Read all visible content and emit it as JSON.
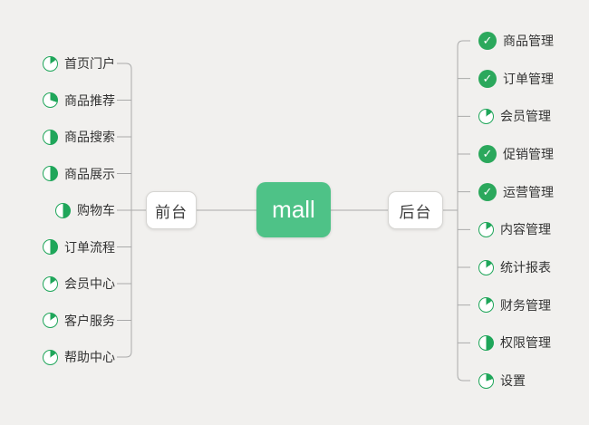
{
  "canvas": {
    "background": "#f1f0ee",
    "line_color": "#aaaaaa"
  },
  "colors": {
    "root_bg": "#4ec287",
    "root_text": "#ffffff",
    "icon_green": "#1fa65a",
    "check_bg": "#2ba85c",
    "item_text": "#333333"
  },
  "glyphs": {
    "check": "✓"
  },
  "root": {
    "label": "mall"
  },
  "left_branch": {
    "label": "前台",
    "items": [
      {
        "label": "首页门户",
        "icon": "pie",
        "progress": 15
      },
      {
        "label": "商品推荐",
        "icon": "pie",
        "progress": 30
      },
      {
        "label": "商品搜索",
        "icon": "pie",
        "progress": 50
      },
      {
        "label": "商品展示",
        "icon": "pie",
        "progress": 50
      },
      {
        "label": "购物车",
        "icon": "pie",
        "progress": 50
      },
      {
        "label": "订单流程",
        "icon": "pie",
        "progress": 50
      },
      {
        "label": "会员中心",
        "icon": "pie",
        "progress": 15
      },
      {
        "label": "客户服务",
        "icon": "pie",
        "progress": 15
      },
      {
        "label": "帮助中心",
        "icon": "pie",
        "progress": 15
      }
    ]
  },
  "right_branch": {
    "label": "后台",
    "items": [
      {
        "label": "商品管理",
        "icon": "check",
        "progress": 100
      },
      {
        "label": "订单管理",
        "icon": "check",
        "progress": 100
      },
      {
        "label": "会员管理",
        "icon": "pie",
        "progress": 15
      },
      {
        "label": "促销管理",
        "icon": "check",
        "progress": 100
      },
      {
        "label": "运营管理",
        "icon": "check",
        "progress": 100
      },
      {
        "label": "内容管理",
        "icon": "pie",
        "progress": 15
      },
      {
        "label": "统计报表",
        "icon": "pie",
        "progress": 15
      },
      {
        "label": "财务管理",
        "icon": "pie",
        "progress": 15
      },
      {
        "label": "权限管理",
        "icon": "pie",
        "progress": 50
      },
      {
        "label": "设置",
        "icon": "pie",
        "progress": 20
      }
    ]
  }
}
